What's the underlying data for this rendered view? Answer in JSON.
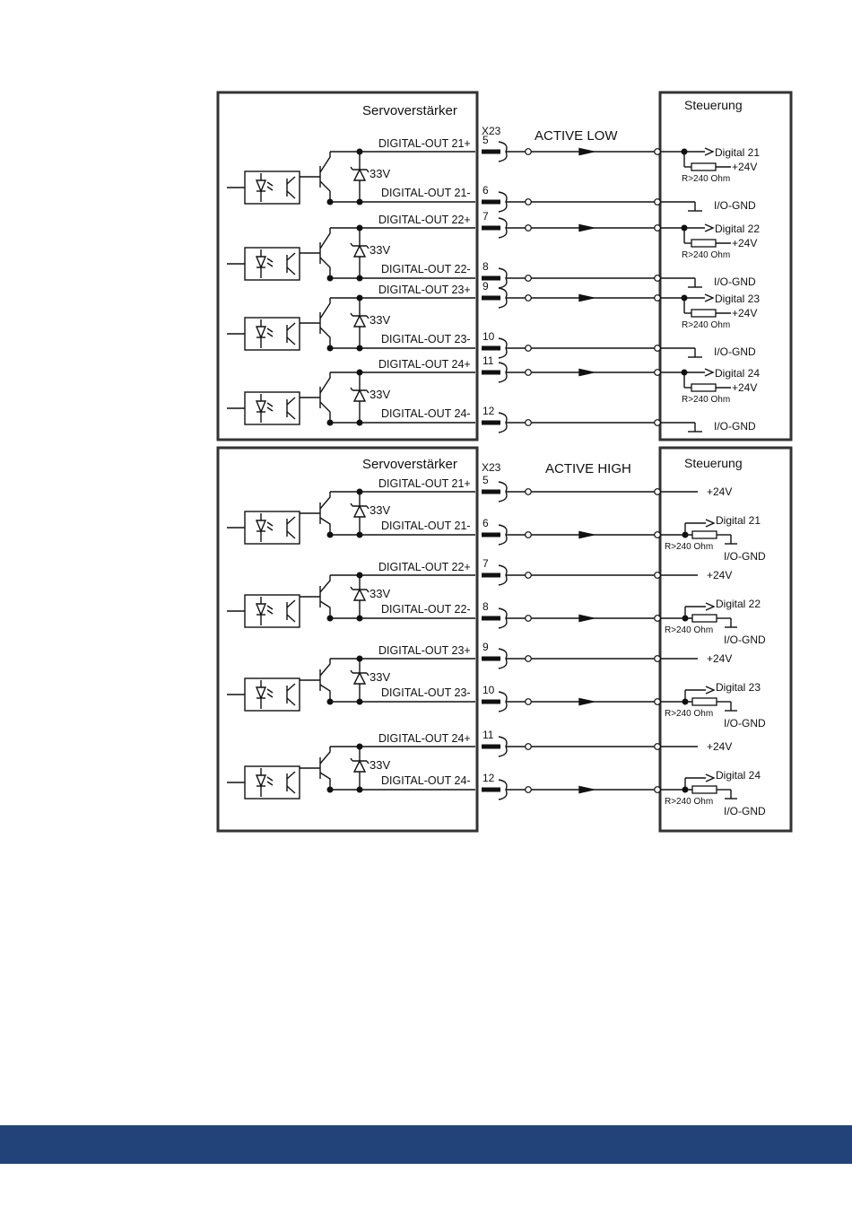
{
  "colors": {
    "footer_bar": "#21437a",
    "line": "#111111",
    "frame": "#333333"
  },
  "panels": [
    {
      "mode_label": "ACTIVE LOW",
      "left_title": "Servoverstärker",
      "right_title": "Steuerung",
      "connector_label": "X23",
      "zener_label": "33V",
      "channels": [
        {
          "out_plus": "DIGITAL-OUT 21+",
          "pin_plus": "5",
          "out_minus": "DIGITAL-OUT 21-",
          "pin_minus": "6",
          "input": "Digital 21",
          "supply": "+24V",
          "resistor": "R>240 Ohm",
          "gnd": "I/O-GND"
        },
        {
          "out_plus": "DIGITAL-OUT 22+",
          "pin_plus": "7",
          "out_minus": "DIGITAL-OUT 22-",
          "pin_minus": "8",
          "input": "Digital 22",
          "supply": "+24V",
          "resistor": "R>240 Ohm",
          "gnd": "I/O-GND"
        },
        {
          "out_plus": "DIGITAL-OUT 23+",
          "pin_plus": "9",
          "out_minus": "DIGITAL-OUT 23-",
          "pin_minus": "10",
          "input": "Digital 23",
          "supply": "+24V",
          "resistor": "R>240 Ohm",
          "gnd": "I/O-GND"
        },
        {
          "out_plus": "DIGITAL-OUT 24+",
          "pin_plus": "11",
          "out_minus": "DIGITAL-OUT 24-",
          "pin_minus": "12",
          "input": "Digital 24",
          "supply": "+24V",
          "resistor": "R>240 Ohm",
          "gnd": "I/O-GND"
        }
      ]
    },
    {
      "mode_label": "ACTIVE HIGH",
      "left_title": "Servoverstärker",
      "right_title": "Steuerung",
      "connector_label": "X23",
      "zener_label": "33V",
      "channels": [
        {
          "out_plus": "DIGITAL-OUT 21+",
          "pin_plus": "5",
          "out_minus": "DIGITAL-OUT 21-",
          "pin_minus": "6",
          "input": "Digital 21",
          "supply": "+24V",
          "resistor": "R>240 Ohm",
          "gnd": "I/O-GND"
        },
        {
          "out_plus": "DIGITAL-OUT 22+",
          "pin_plus": "7",
          "out_minus": "DIGITAL-OUT 22-",
          "pin_minus": "8",
          "input": "Digital 22",
          "supply": "+24V",
          "resistor": "R>240 Ohm",
          "gnd": "I/O-GND"
        },
        {
          "out_plus": "DIGITAL-OUT 23+",
          "pin_plus": "9",
          "out_minus": "DIGITAL-OUT 23-",
          "pin_minus": "10",
          "input": "Digital 23",
          "supply": "+24V",
          "resistor": "R>240 Ohm",
          "gnd": "I/O-GND"
        },
        {
          "out_plus": "DIGITAL-OUT 24+",
          "pin_plus": "11",
          "out_minus": "DIGITAL-OUT 24-",
          "pin_minus": "12",
          "input": "Digital 24",
          "supply": "+24V",
          "resistor": "R>240 Ohm",
          "gnd": "I/O-GND"
        }
      ]
    }
  ]
}
